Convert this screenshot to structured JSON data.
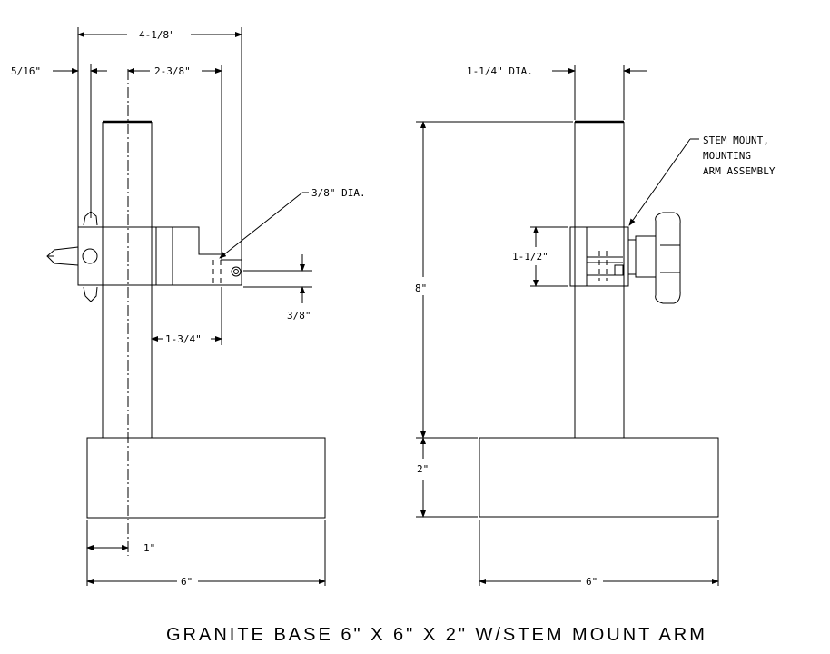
{
  "title": "GRANITE BASE 6\" X 6\" X 2\" W/STEM MOUNT ARM",
  "front_view": {
    "dim_overall_width": "4-1/8\"",
    "dim_offset_5_16": "5/16\"",
    "dim_center_2_3_8": "2-3/8\"",
    "dim_hole_dia": "3/8\" DIA.",
    "dim_3_8": "3/8\"",
    "dim_1_3_4": "1-3/4\"",
    "dim_1": "1\"",
    "dim_base_width": "6\""
  },
  "side_view": {
    "dim_stem_dia": "1-1/4\" DIA.",
    "callout_stem_mount": "STEM MOUNT,",
    "callout_mounting": "MOUNTING",
    "callout_arm_assembly": "ARM ASSEMBLY",
    "dim_1_1_2": "1-1/2\"",
    "dim_height_8": "8\"",
    "dim_height_2": "2\"",
    "dim_base_width": "6\""
  }
}
